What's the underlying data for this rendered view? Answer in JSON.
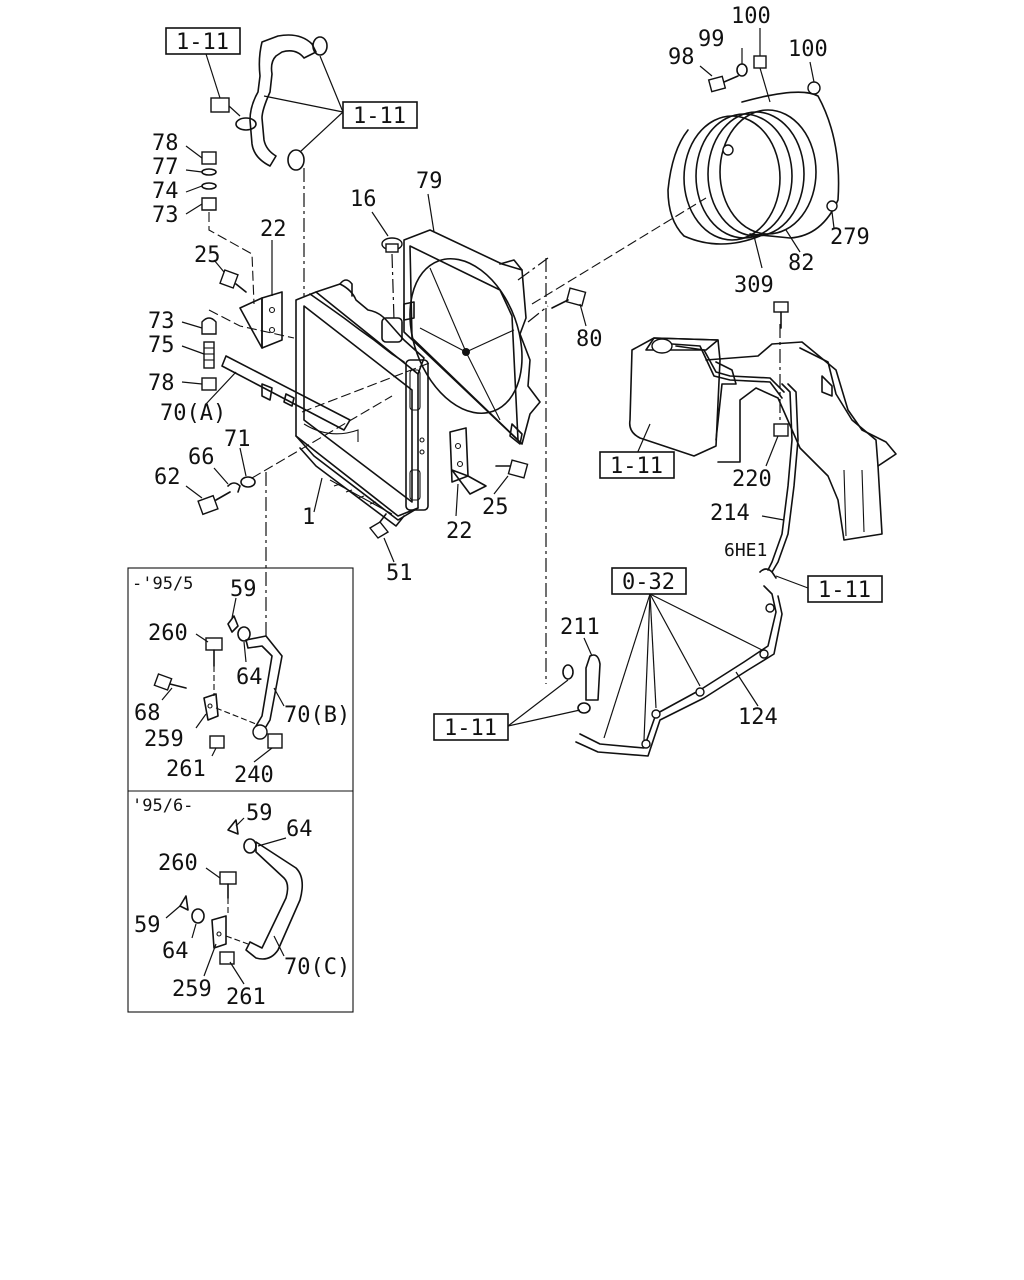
{
  "diagram": {
    "engine_label": "6HE1",
    "variant_top_title": "-'95/5",
    "variant_bottom_title": "'95/6-",
    "refs": {
      "top_left": "1-11",
      "top_hose": "1-11",
      "tank": "1-11",
      "pipe_right": "1-11",
      "hose_bottom": "1-11",
      "clip": "0-32"
    },
    "callouts": {
      "c100a": "100",
      "c99": "99",
      "c98": "98",
      "c100b": "100",
      "c279": "279",
      "c82": "82",
      "c309": "309",
      "c78a": "78",
      "c77": "77",
      "c74": "74",
      "c73a": "73",
      "c22a": "22",
      "c25a": "25",
      "c16": "16",
      "c79": "79",
      "c73b": "73",
      "c75": "75",
      "c78b": "78",
      "c70a": "70(A)",
      "c80": "80",
      "c71": "71",
      "c66": "66",
      "c62": "62",
      "c1": "1",
      "c25b": "25",
      "c22b": "22",
      "c51": "51",
      "c220": "220",
      "c214": "214",
      "c211": "211",
      "c124": "124",
      "u59": "59",
      "u260": "260",
      "u64": "64",
      "u68": "68",
      "u70b": "70(B)",
      "u259": "259",
      "u261": "261",
      "u240": "240",
      "l59a": "59",
      "l64a": "64",
      "l260": "260",
      "l59b": "59",
      "l64b": "64",
      "l70c": "70(C)",
      "l259": "259",
      "l261": "261"
    }
  }
}
